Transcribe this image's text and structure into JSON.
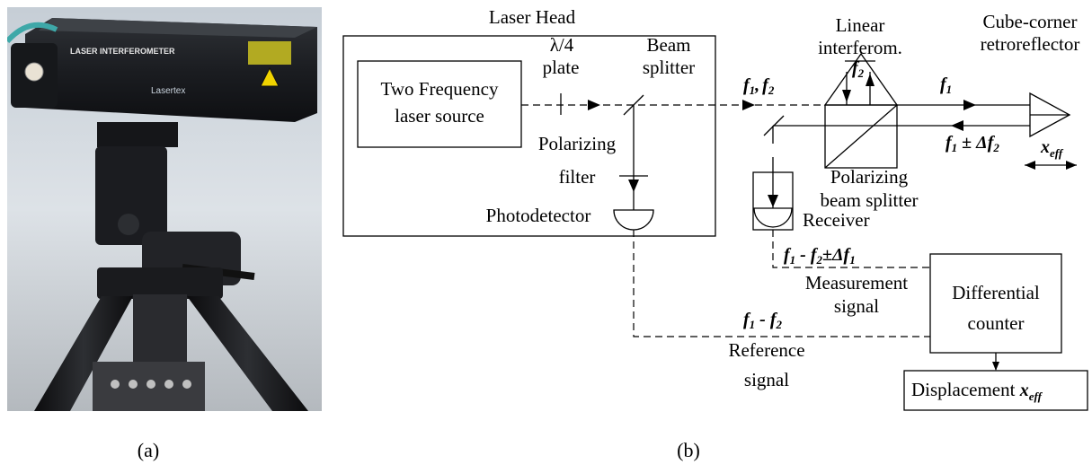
{
  "photo": {
    "device_brand_text": "LASER INTERFEROMETER",
    "device_logo_text": "Lasertex",
    "caption": "(a)"
  },
  "diagram": {
    "caption": "(b)",
    "laser_head": "Laser Head",
    "source_line1": "Two Frequency",
    "source_line2": "laser source",
    "qwp_line1": "λ/4",
    "qwp_line2": "plate",
    "bs_line1": "Beam",
    "bs_line2": "splitter",
    "pf_line1": "Polarizing",
    "pf_line2": "filter",
    "photodetector": "Photodetector",
    "li_line1": "Linear",
    "li_line2": "interferom.",
    "ccr_line1": "Cube-corner",
    "ccr_line2": "retroreflector",
    "pbs_line1": "Polarizing",
    "pbs_line2": "beam splitter",
    "receiver": "Receiver",
    "meas_line1": "Measurement",
    "meas_line2": "signal",
    "ref_line1": "Reference",
    "ref_line2": "signal",
    "diff_line1": "Differential",
    "diff_line2": "counter",
    "displacement": "Displacement ",
    "f_sym": "f",
    "sub_1": "1",
    "sub_2": "2",
    "sub_eff": "eff",
    "x_sym": "x",
    "comma": ",",
    "pm_delta": " ± Δ",
    "minus": " - ",
    "pm_delta_short": "±Δ"
  }
}
